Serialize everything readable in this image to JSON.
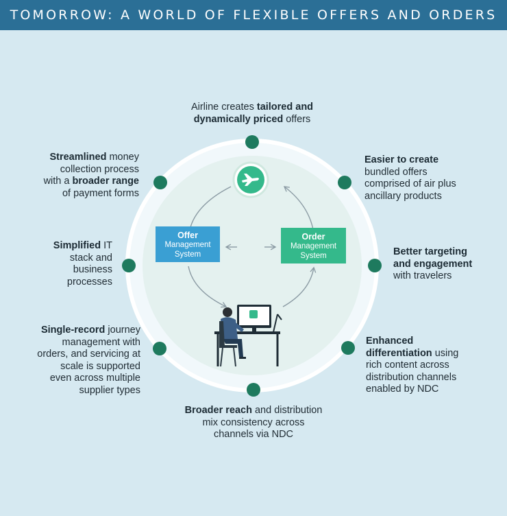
{
  "title": "TOMORROW: A WORLD OF FLEXIBLE OFFERS AND ORDERS",
  "center": {
    "offer_box": {
      "title": "Offer",
      "sub1": "Management",
      "sub2": "System"
    },
    "order_box": {
      "title": "Order",
      "sub1": "Management",
      "sub2": "System"
    },
    "plane_icon": "plane-icon",
    "person_icon": "person-at-computer-icon"
  },
  "colors": {
    "header": "#2b6f96",
    "background": "#d6e9f1",
    "node": "#1e7a5e",
    "offer": "#3a9fd3",
    "order": "#34b98b"
  },
  "labels": {
    "top": {
      "pre": "Airline creates ",
      "b1": "tailored and",
      "b2": "dynamically priced",
      "post": " offers"
    },
    "tr": {
      "b": "Easier to create",
      "l2": "bundled offers",
      "l3": "comprised of air plus",
      "l4": "ancillary products"
    },
    "r": {
      "b1": "Better targeting",
      "b2": "and engagement",
      "l3": "with travelers"
    },
    "br": {
      "b1": "Enhanced",
      "b2": "differentiation",
      "t2": " using",
      "l3": "rich content across",
      "l4": "distribution channels",
      "l5": "enabled by NDC"
    },
    "bottom": {
      "b": "Broader reach",
      "t1": " and distribution",
      "l2": "mix consistency across",
      "l3": "channels via NDC"
    },
    "bl": {
      "b": "Single-record",
      "t1": " journey",
      "l2": "management with",
      "l3": "orders, and servicing at",
      "l4": "scale is supported",
      "l5": "even across multiple",
      "l6": "supplier types"
    },
    "l": {
      "b": "Simplified",
      "t1": " IT",
      "l2": "stack and",
      "l3": "business",
      "l4": "processes"
    },
    "tl": {
      "b1": "Streamlined",
      "t1": " money",
      "l2": "collection process",
      "l3": "with a ",
      "b3": "broader range",
      "l4": "of payment forms"
    }
  }
}
